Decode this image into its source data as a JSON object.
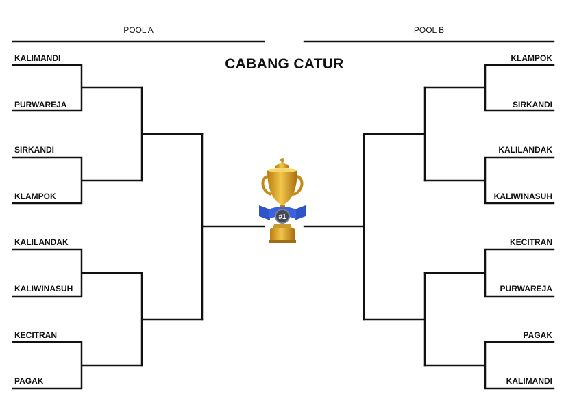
{
  "title": "CABANG CATUR",
  "pools": {
    "a": {
      "label": "POOL A",
      "teams": [
        "KALIMANDI",
        "PURWAREJA",
        "SIRKANDI",
        "KLAMPOK",
        "KALILANDAK",
        "KALIWINASUH",
        "KECITRAN",
        "PAGAK"
      ]
    },
    "b": {
      "label": "POOL B",
      "teams": [
        "KLAMPOK",
        "SIRKANDI",
        "KALILANDAK",
        "KALIWINASUH",
        "KECITRAN",
        "PURWAREJA",
        "PAGAK",
        "KALIMANDI"
      ]
    }
  },
  "trophy": {
    "icon": "trophy-icon",
    "badge_text": "#1",
    "colors": {
      "gold": "#d9a21f",
      "ribbon": "#2f54c9"
    }
  }
}
